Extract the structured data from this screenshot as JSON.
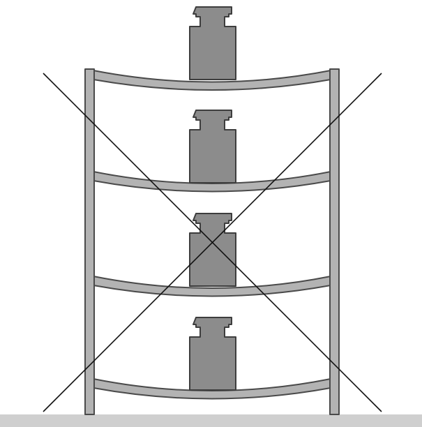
{
  "diagram": {
    "subject": "overloaded-shelving-unit",
    "shelf_count": 4,
    "weight_count": 4,
    "shelves_deflected": true,
    "crossed_out": true,
    "colors": {
      "background": "#ffffff",
      "frame_fill": "#b3b3b3",
      "frame_outline": "#4a4a4a",
      "weight_fill": "#8c8c8c",
      "weight_outline": "#3d3d3d",
      "cross_lines": "#111111",
      "floor": "#cfcfcf"
    }
  }
}
